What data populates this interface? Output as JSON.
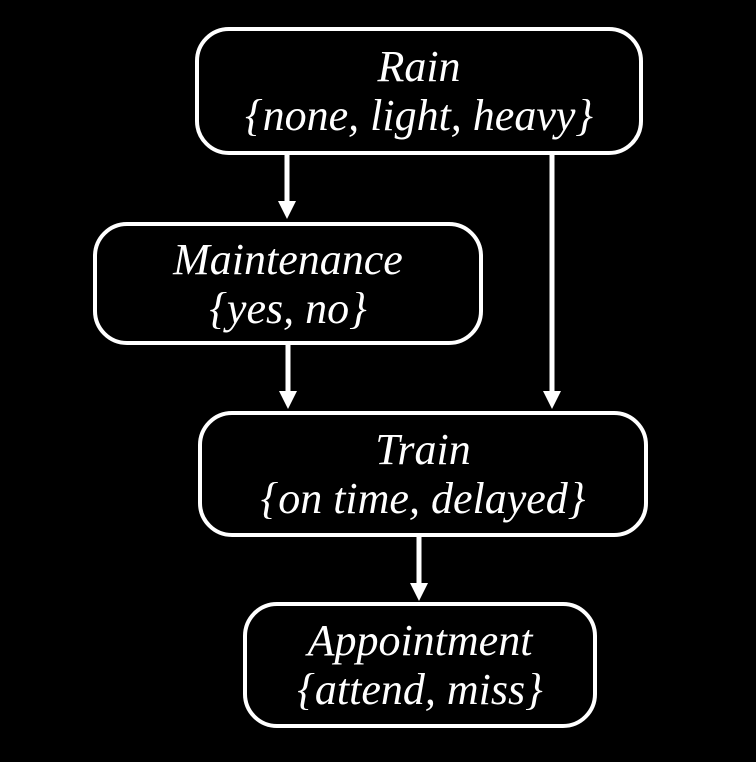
{
  "diagram": {
    "type": "bayesian-network",
    "background_color": "#000000",
    "node_border_color": "#ffffff",
    "text_color": "#ffffff",
    "arrow_color": "#ffffff",
    "nodes": [
      {
        "id": "rain",
        "label": "Rain",
        "values": "{none, light, heavy}"
      },
      {
        "id": "maintenance",
        "label": "Maintenance",
        "values": "{yes, no}"
      },
      {
        "id": "train",
        "label": "Train",
        "values": "{on time, delayed}"
      },
      {
        "id": "appointment",
        "label": "Appointment",
        "values": "{attend, miss}"
      }
    ],
    "edges": [
      {
        "from": "Rain",
        "to": "Maintenance"
      },
      {
        "from": "Rain",
        "to": "Train"
      },
      {
        "from": "Maintenance",
        "to": "Train"
      },
      {
        "from": "Train",
        "to": "Appointment"
      }
    ]
  }
}
